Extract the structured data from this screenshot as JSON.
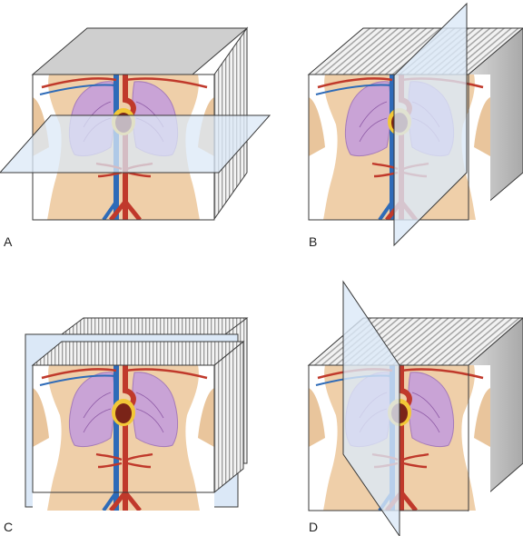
{
  "panels": [
    {
      "label": "A",
      "plane": "axial"
    },
    {
      "label": "B",
      "plane": "sagittal"
    },
    {
      "label": "C",
      "plane": "coronal"
    },
    {
      "label": "D",
      "plane": "oblique"
    }
  ],
  "colors": {
    "background": "#ffffff",
    "cube_top": "#cfcfcf",
    "cube_side": "#bdbdbd",
    "stripe_light": "#f4f4f4",
    "stripe_dark": "#9a9a9a",
    "plane_fill": "#dbe8f7",
    "outline": "#3a3a3a",
    "skin": "#efcfa9",
    "lungs": "#c9a3d6",
    "aorta": "#c0392b",
    "vein": "#2e6bb8",
    "heart": "#7a2418",
    "pericardium": "#f2c737"
  }
}
